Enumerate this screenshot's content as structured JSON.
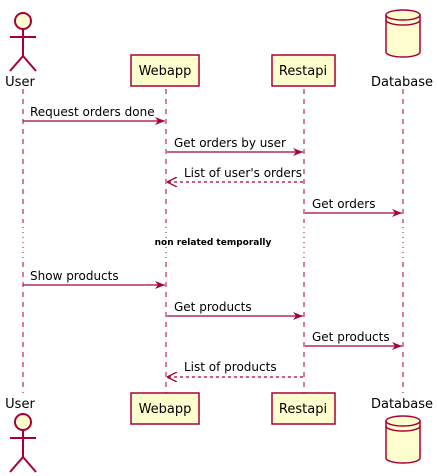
{
  "participants": [
    {
      "id": "user",
      "label": "User",
      "kind": "actor"
    },
    {
      "id": "webapp",
      "label": "Webapp",
      "kind": "participant"
    },
    {
      "id": "restapi",
      "label": "Restapi",
      "kind": "participant"
    },
    {
      "id": "database",
      "label": "Database",
      "kind": "database"
    }
  ],
  "messages": [
    {
      "from": "user",
      "to": "webapp",
      "label": "Request orders done",
      "style": "solid"
    },
    {
      "from": "webapp",
      "to": "restapi",
      "label": "Get orders by user",
      "style": "solid"
    },
    {
      "from": "restapi",
      "to": "webapp",
      "label": "List of user's orders",
      "style": "dashed"
    },
    {
      "from": "restapi",
      "to": "database",
      "label": "Get orders",
      "style": "solid"
    },
    {
      "from": "user",
      "to": "webapp",
      "label": "Show products",
      "style": "solid"
    },
    {
      "from": "webapp",
      "to": "restapi",
      "label": "Get products",
      "style": "solid"
    },
    {
      "from": "restapi",
      "to": "database",
      "label": "Get products",
      "style": "solid"
    },
    {
      "from": "restapi",
      "to": "webapp",
      "label": "List of products",
      "style": "dashed"
    }
  ],
  "divider": {
    "label": "non related temporally"
  },
  "colors": {
    "stroke": "#A80036",
    "fill": "#FEFECE",
    "text": "#000000"
  }
}
